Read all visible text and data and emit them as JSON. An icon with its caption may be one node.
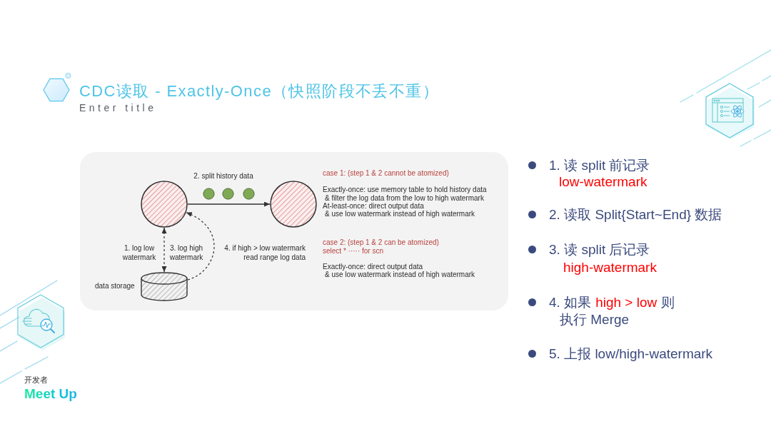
{
  "diagram": {
    "title": "CDC读取 - Exactly-Once（快照阶段不丢不重）",
    "nodes": [
      {
        "text": [],
        "shape": "circle"
      },
      {
        "text": [],
        "shape": "circle"
      },
      {
        "text": [],
        "shape": "cylinder",
        "beside": [
          "data storage"
        ]
      }
    ],
    "edges": [
      {
        "from": 0,
        "to": 1,
        "arrow": "to",
        "label": "2. split history data"
      },
      {
        "from": 0,
        "to": 2,
        "arrow": "both",
        "style": "dashed",
        "label": "1. log low watermark"
      },
      {
        "from": 2,
        "to": 0,
        "arrow": "to",
        "style": "dashed",
        "label": "4. if high > low watermark read range log data"
      }
    ],
    "labels": [
      "Enter title",
      "3. log high watermark",
      "case 1: (step 1 & 2 cannot be atomized)",
      "Exactly-once: use memory table to hold history data",
      "& filter the log data from the low to high watermark",
      "At-least-once: direct output data",
      "& use low watermark instead of high watermark",
      "case 2: (step 1 & 2 can be atomized)",
      "select * ····· for scn",
      "Exactly-once: direct output data",
      "& use low watermark instead of high watermark",
      "1. 读 split 前记录",
      "low-watermark",
      "2. 读取 Split{Start~End} 数据",
      "3. 读 split 后记录",
      "high-watermark",
      "4. 如果",
      "high > low",
      "则",
      "执行 Merge",
      "5. 上报 low/high-watermark",
      "开发者",
      "Meet Up"
    ]
  }
}
